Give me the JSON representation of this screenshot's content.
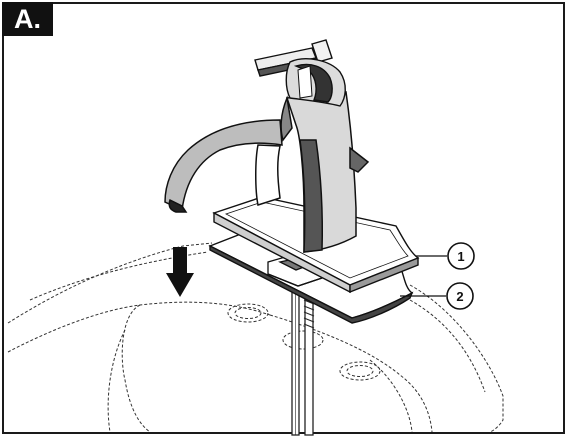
{
  "step": {
    "label": "A."
  },
  "callouts": [
    {
      "number": "1",
      "part": "faucet-escutcheon"
    },
    {
      "number": "2",
      "part": "gasket"
    }
  ],
  "arrow": {
    "direction": "down"
  }
}
